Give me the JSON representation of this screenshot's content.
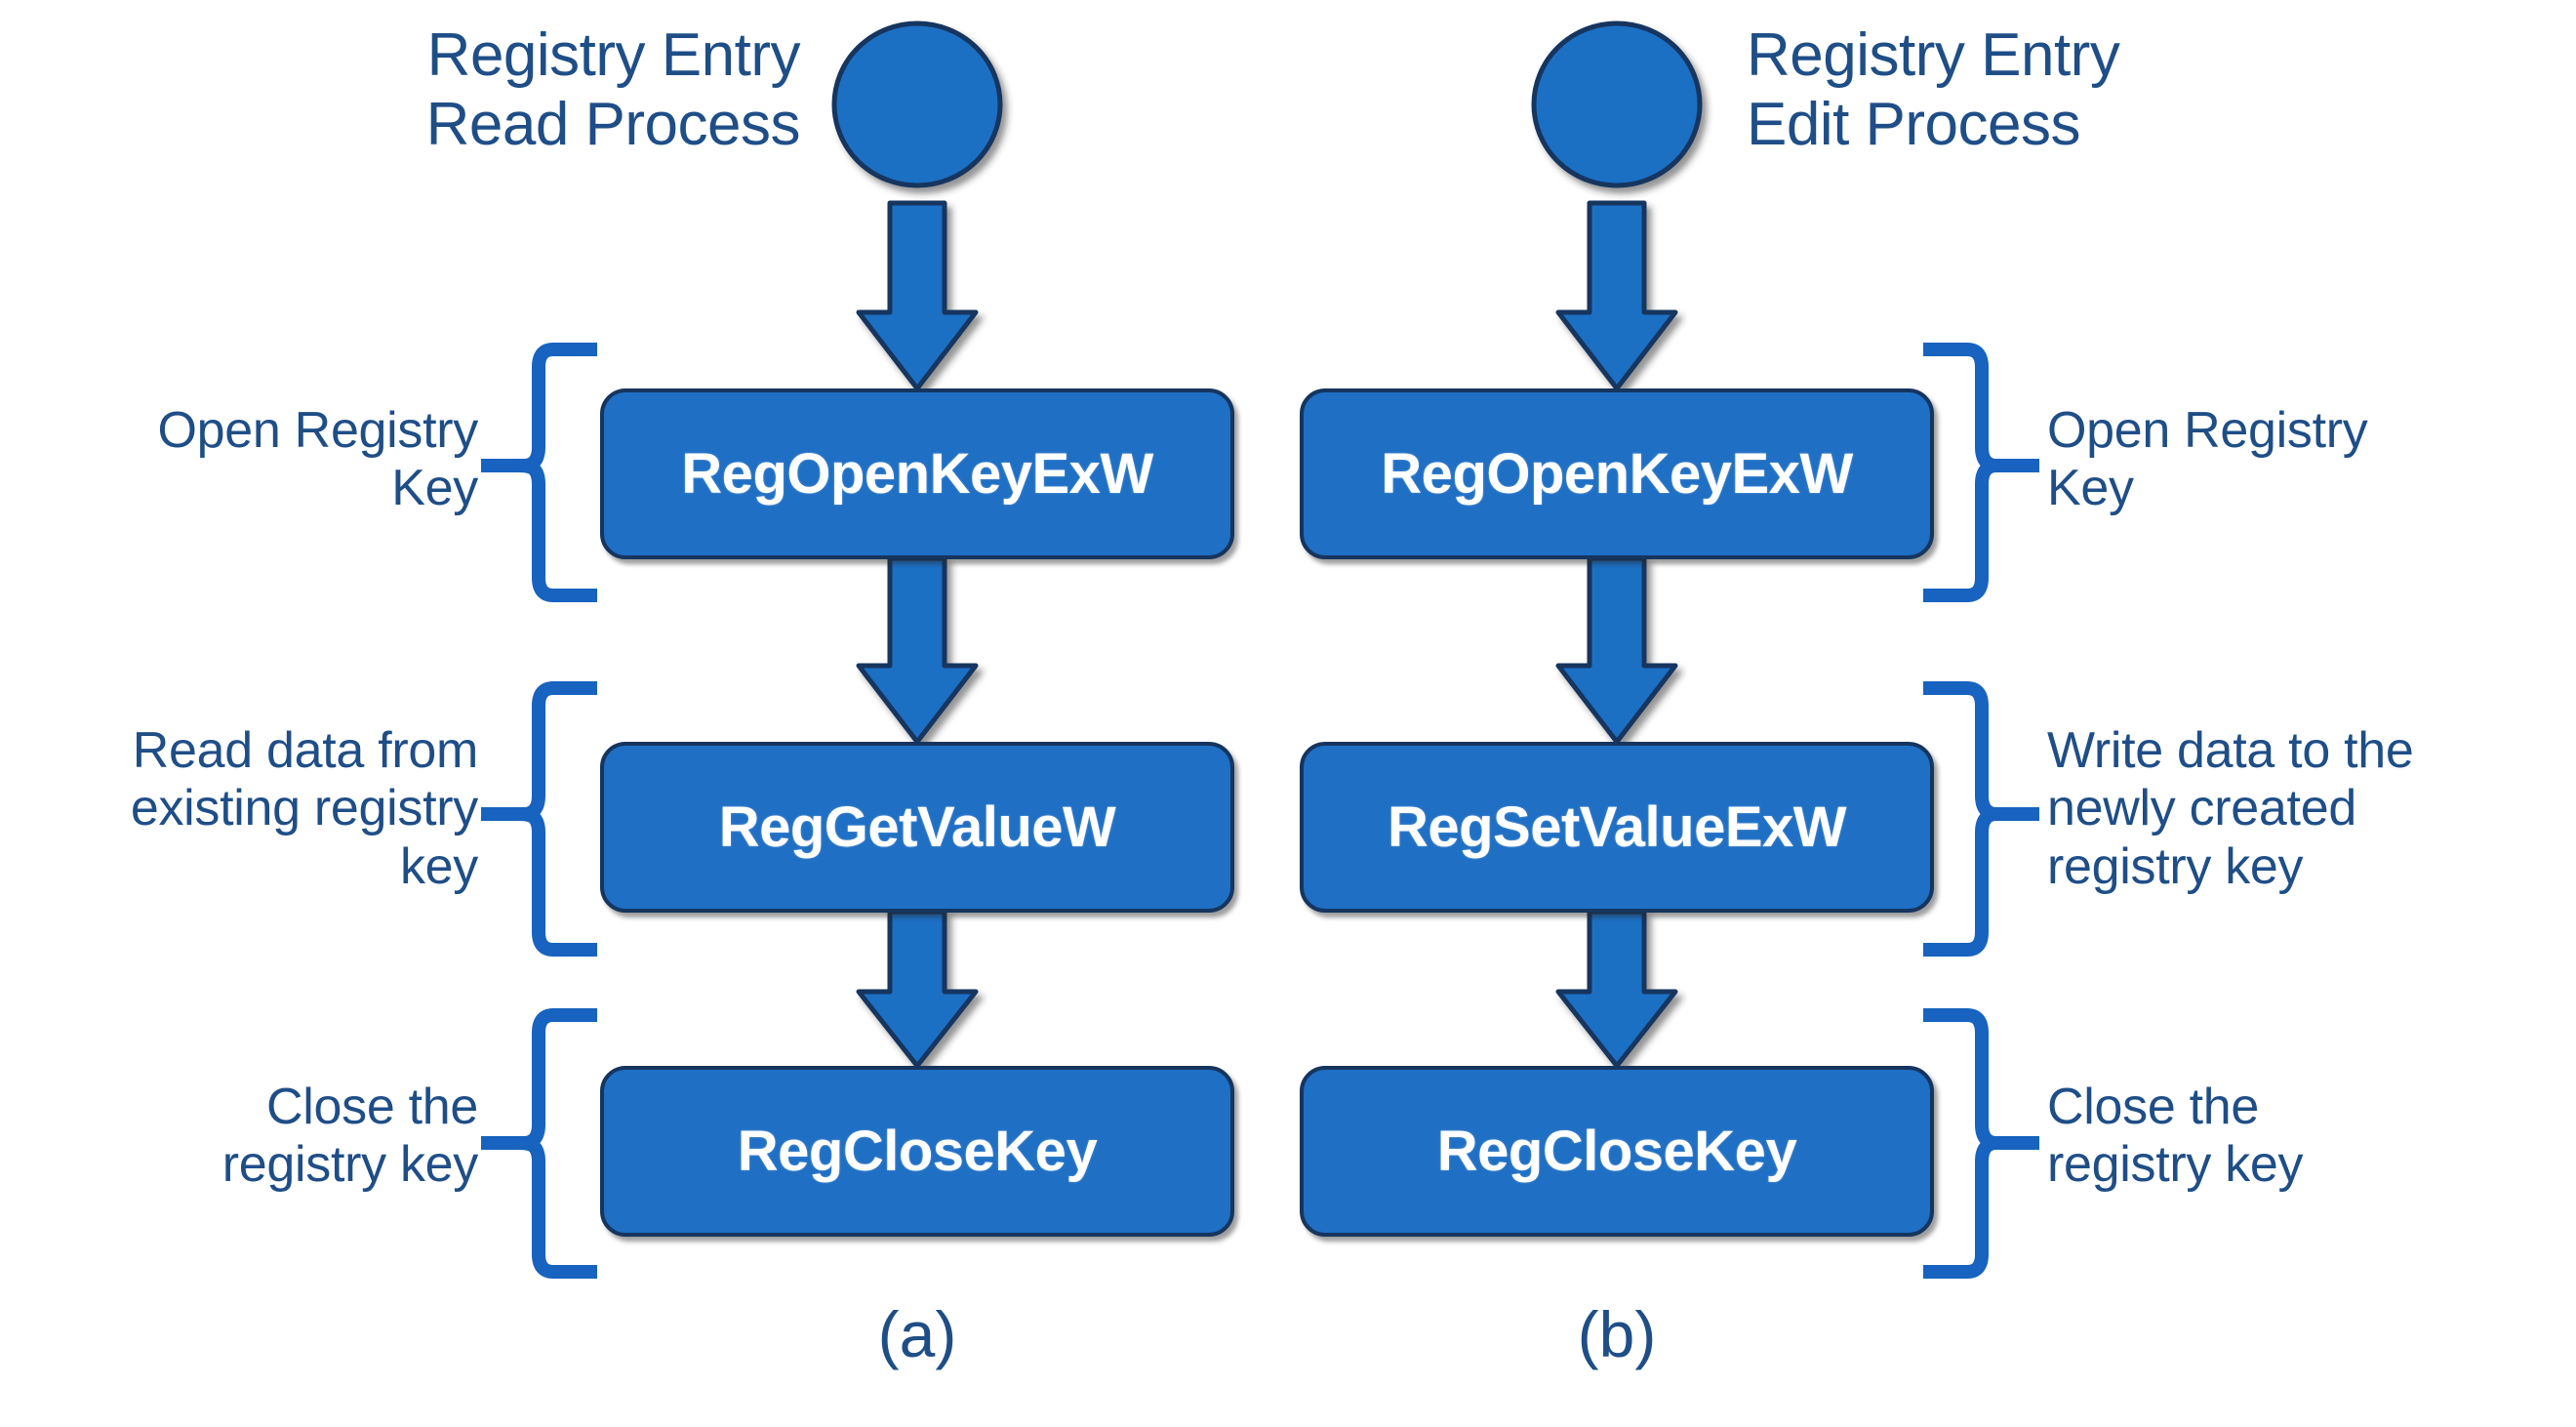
{
  "page": {
    "background": "#ffffff",
    "accent_fill": "#1f6fc4",
    "accent_stroke": "#16355e",
    "text_blue": "#1F4E87",
    "brace_color": "#1763bf"
  },
  "panels": [
    {
      "id": "a",
      "caption": "(a)",
      "title": "Registry Entry\nRead Process",
      "start_node": "start-circle",
      "steps": [
        {
          "box_label": "RegOpenKeyExW",
          "side_label": "Open Registry\nKey"
        },
        {
          "box_label": "RegGetValueW",
          "side_label": "Read data from\nexisting registry\nkey"
        },
        {
          "box_label": "RegCloseKey",
          "side_label": "Close the\nregistry key"
        }
      ]
    },
    {
      "id": "b",
      "caption": "(b)",
      "title": "Registry Entry\nEdit Process",
      "start_node": "start-circle",
      "steps": [
        {
          "box_label": "RegOpenKeyExW",
          "side_label": "Open Registry\nKey"
        },
        {
          "box_label": "RegSetValueExW",
          "side_label": "Write data to the\nnewly created\nregistry key"
        },
        {
          "box_label": "RegCloseKey",
          "side_label": "Close the\nregistry key"
        }
      ]
    }
  ]
}
